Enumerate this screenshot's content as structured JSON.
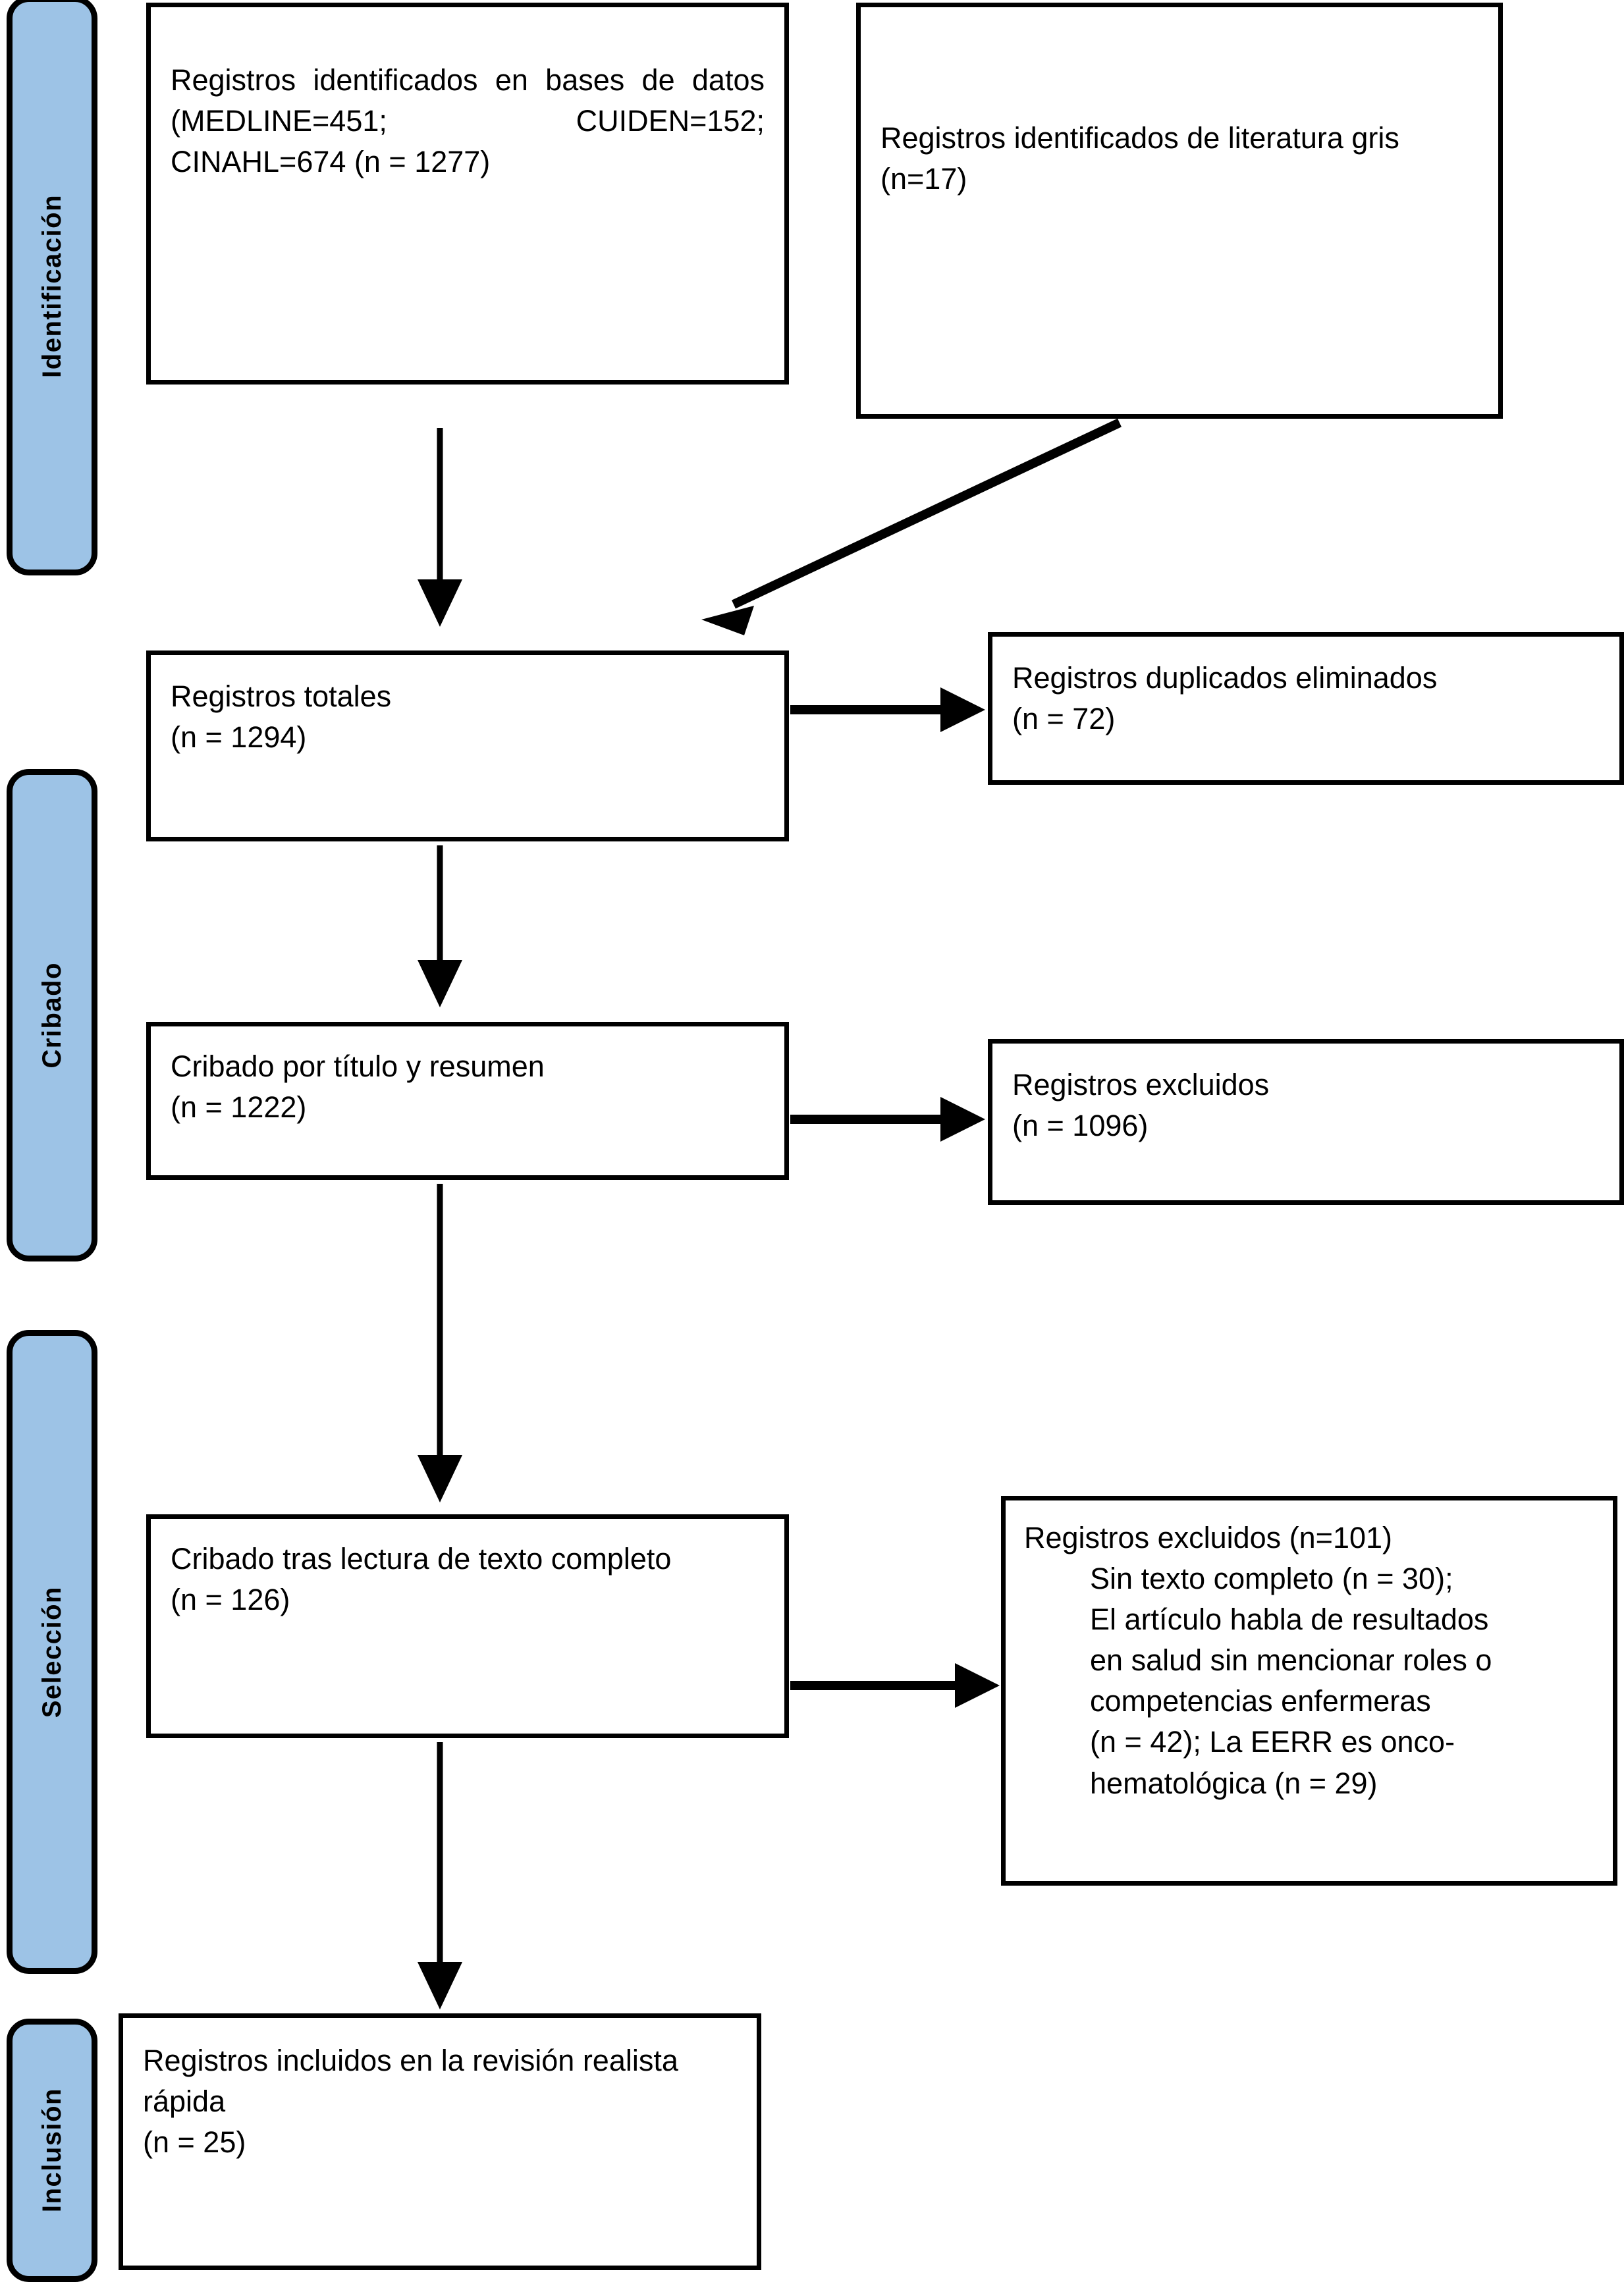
{
  "diagram": {
    "type": "prisma-flow-diagram",
    "language": "es",
    "accent_color": "#9DC3E6",
    "border_color": "#000000",
    "background_color": "#FFFFFF"
  },
  "phases": [
    {
      "id": "identificacion",
      "label": "Identificación"
    },
    {
      "id": "cribado",
      "label": "Cribado"
    },
    {
      "id": "seleccion",
      "label": "Selección"
    },
    {
      "id": "inclusion",
      "label": "Inclusión"
    }
  ],
  "boxes": {
    "db_records": {
      "text": "Registros identificados en bases de datos (MEDLINE=451; CUIDEN=152; CINAHL=674 (n = 1277)"
    },
    "grey_literature": {
      "text": "Registros identificados de literatura gris (n=17)"
    },
    "total_records": {
      "text": "Registros totales\n(n = 1294)"
    },
    "duplicates_removed": {
      "text": "Registros duplicados eliminados\n(n = 72)"
    },
    "title_abstract_screening": {
      "text": "Cribado por título y resumen\n(n = 1222)"
    },
    "records_excluded_screening": {
      "text": "Registros excluidos\n(n = 1096)"
    },
    "fulltext_screening": {
      "text": "Cribado tras lectura de texto completo\n(n = 126)"
    },
    "records_excluded_fulltext": {
      "text": "Registros excluidos (n=101)\n        Sin texto completo (n = 30);\n        El artículo habla de resultados\n        en salud sin mencionar roles o\n        competencias enfermeras\n        (n = 42); La EERR es onco-\n        hematológica (n = 29)"
    },
    "included_records": {
      "text": "Registros incluidos en la revisión realista rápida\n(n = 25)"
    }
  },
  "counts": {
    "medline": 451,
    "cuiden": 152,
    "cinahl": 674,
    "databases_total": 1277,
    "grey_literature": 17,
    "total_records": 1294,
    "duplicates_removed": 72,
    "title_abstract_screened": 1222,
    "excluded_title_abstract": 1096,
    "fulltext_screened": 126,
    "excluded_fulltext_total": 101,
    "excluded_no_fulltext": 30,
    "excluded_no_nursing_roles": 42,
    "excluded_onco_hematologic": 29,
    "included": 25
  }
}
